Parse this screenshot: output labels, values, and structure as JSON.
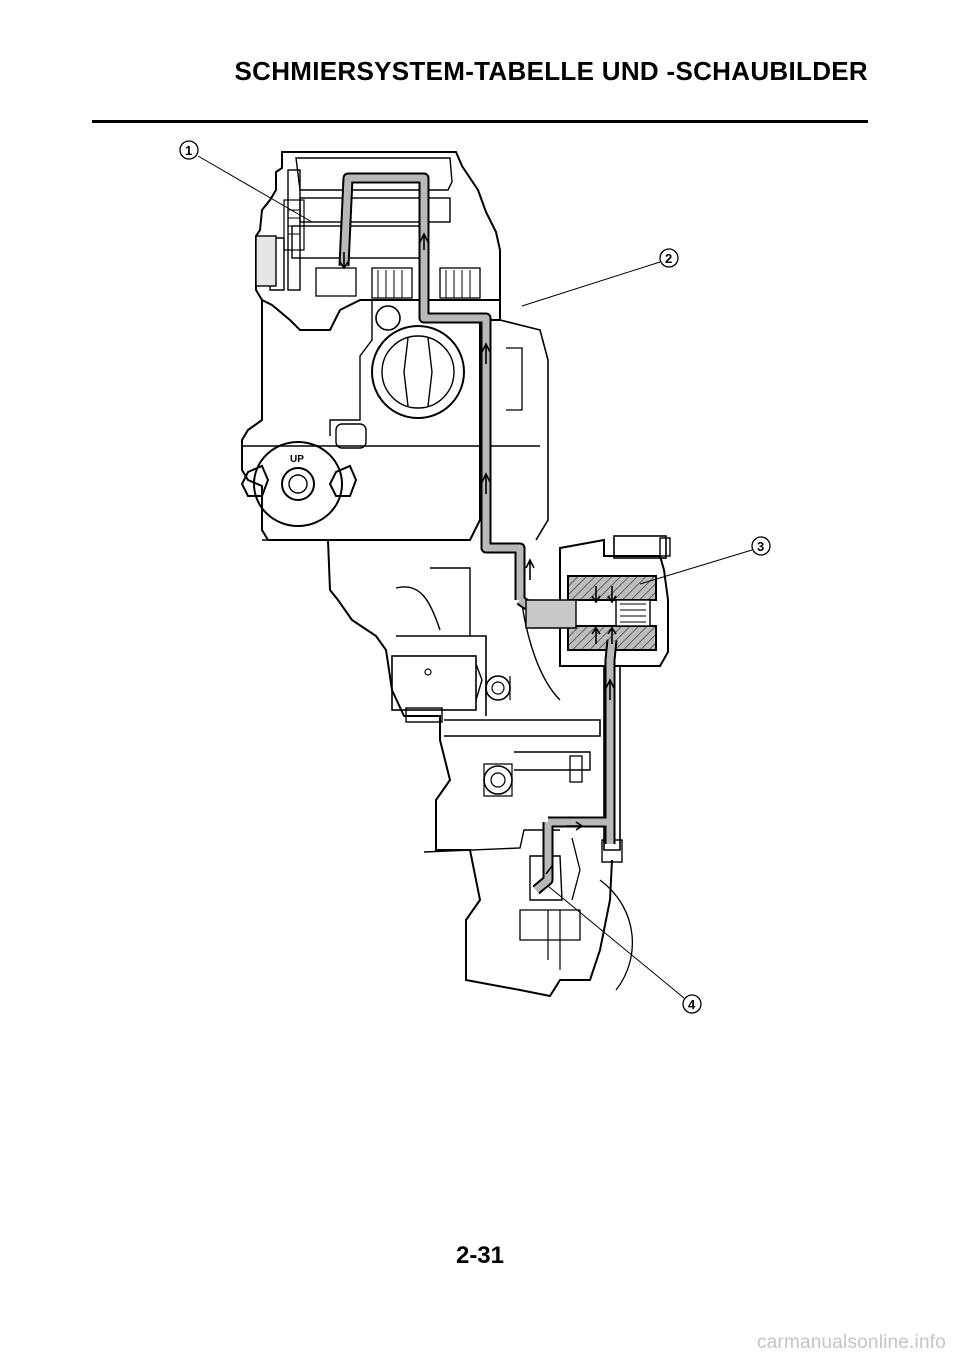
{
  "header": {
    "title": "SCHMIERSYSTEM-TABELLE UND -SCHAUBILDER"
  },
  "diagram": {
    "callouts": [
      {
        "label": "1"
      },
      {
        "label": "2"
      },
      {
        "label": "3"
      },
      {
        "label": "4"
      }
    ],
    "embedded_text": {
      "up_mark": "UP"
    }
  },
  "footer": {
    "page_number": "2-31",
    "watermark": "carmanualsonline.info"
  },
  "colors": {
    "text": "#000000",
    "oil_path": "#b8b8b8",
    "watermark": "#c4c4c4"
  }
}
